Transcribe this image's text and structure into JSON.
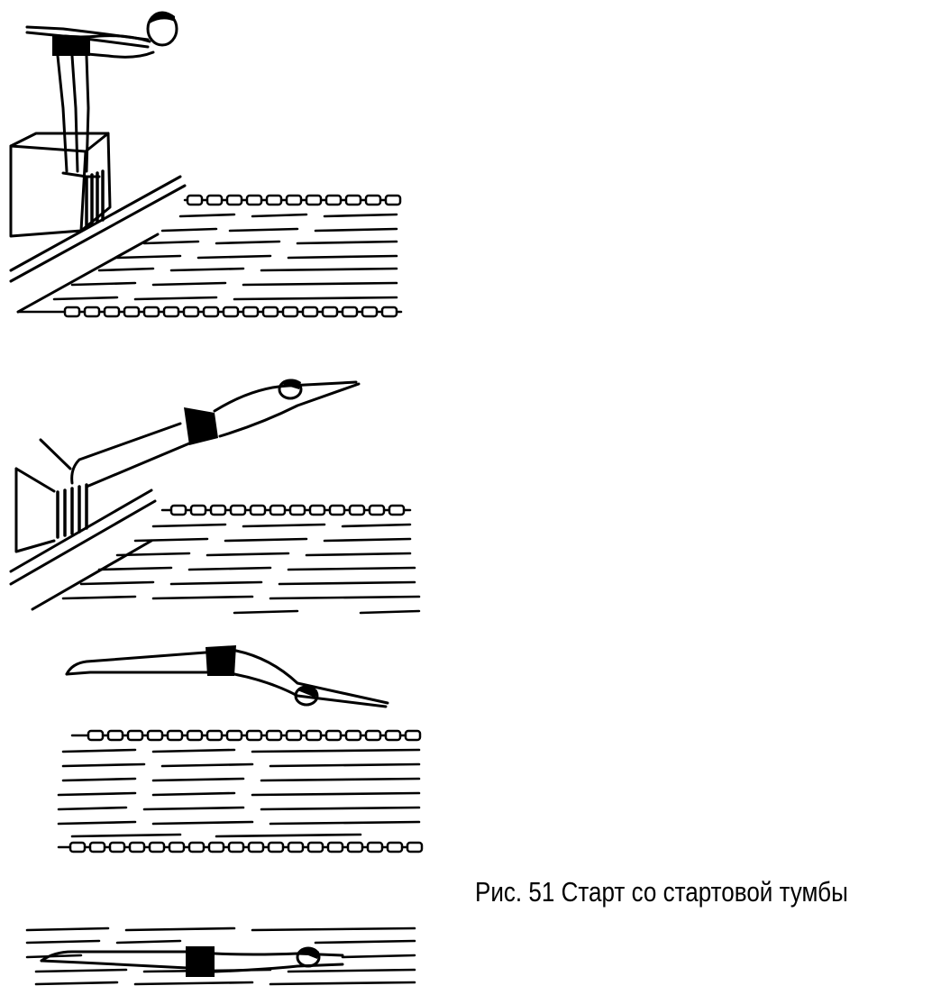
{
  "caption": "Рис. 51 Старт со стартовой тумбы",
  "colors": {
    "ink": "#000000",
    "background": "#ffffff"
  },
  "panels": [
    {
      "id": 1,
      "phase": "ready-position"
    },
    {
      "id": 2,
      "phase": "push-off"
    },
    {
      "id": 3,
      "phase": "flight"
    },
    {
      "id": 4,
      "phase": "glide"
    }
  ]
}
